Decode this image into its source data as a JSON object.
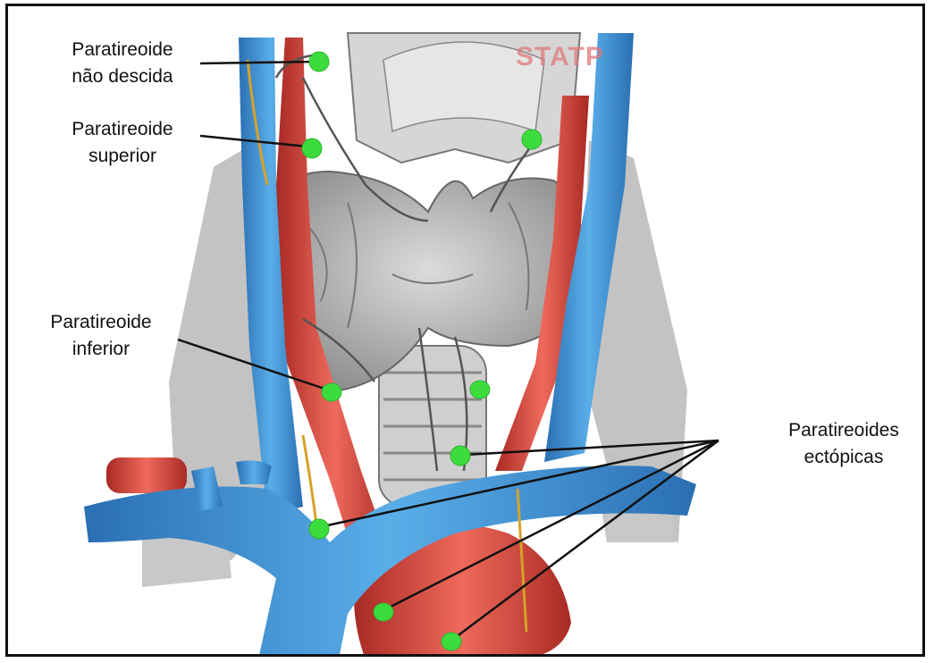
{
  "labels": {
    "nao_descida": "Paratireoide\nnão descida",
    "superior": "Paratireoide\nsuperior",
    "inferior": "Paratireoide\ninferior",
    "ectopicas": "Paratireoides\nectópicas"
  },
  "watermark": "STATP",
  "colors": {
    "vein": "#3a8fd4",
    "artery": "#d9413a",
    "gland": "#bfbfbf",
    "parathyroid_dot": "#3ddc3d",
    "line": "#111111"
  }
}
